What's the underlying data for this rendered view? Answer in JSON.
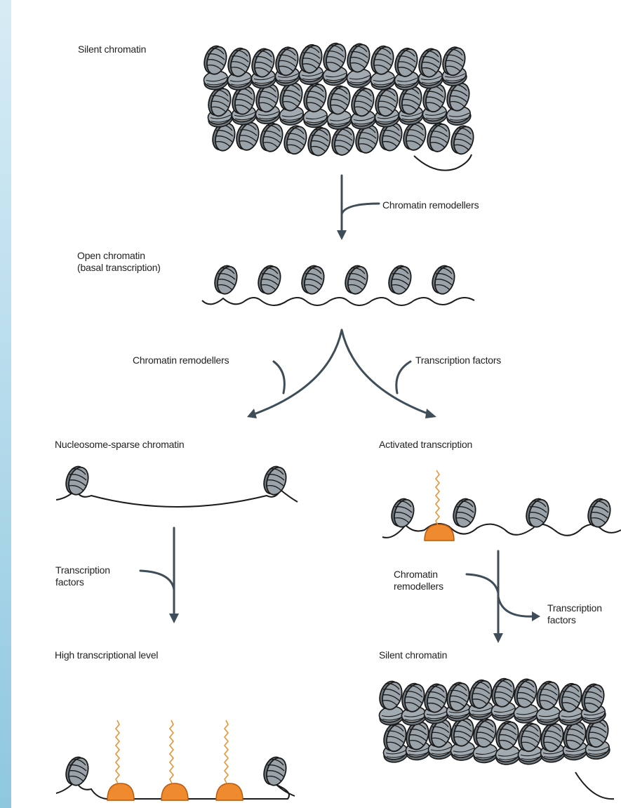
{
  "labels": {
    "silent_top": "Silent chromatin",
    "remodellers_1": "Chromatin remodellers",
    "open": "Open chromatin\n(basal transcription)",
    "remodellers_left": "Chromatin remodellers",
    "tf_right": "Transcription factors",
    "sparse": "Nucleosome-sparse chromatin",
    "activated": "Activated transcription",
    "tf_left": "Transcription\nfactors",
    "remodellers_right": "Chromatin\nremodellers",
    "tf_right2": "Transcription\nfactors",
    "high": "High transcriptional level",
    "silent_bottom": "Silent chromatin"
  },
  "colors": {
    "nucleosome_fill": "#8b949b",
    "nucleosome_dark": "#4f585e",
    "arrow": "#3e4d57",
    "polymerase": "#f08a2e",
    "rna": "#e7902e"
  }
}
